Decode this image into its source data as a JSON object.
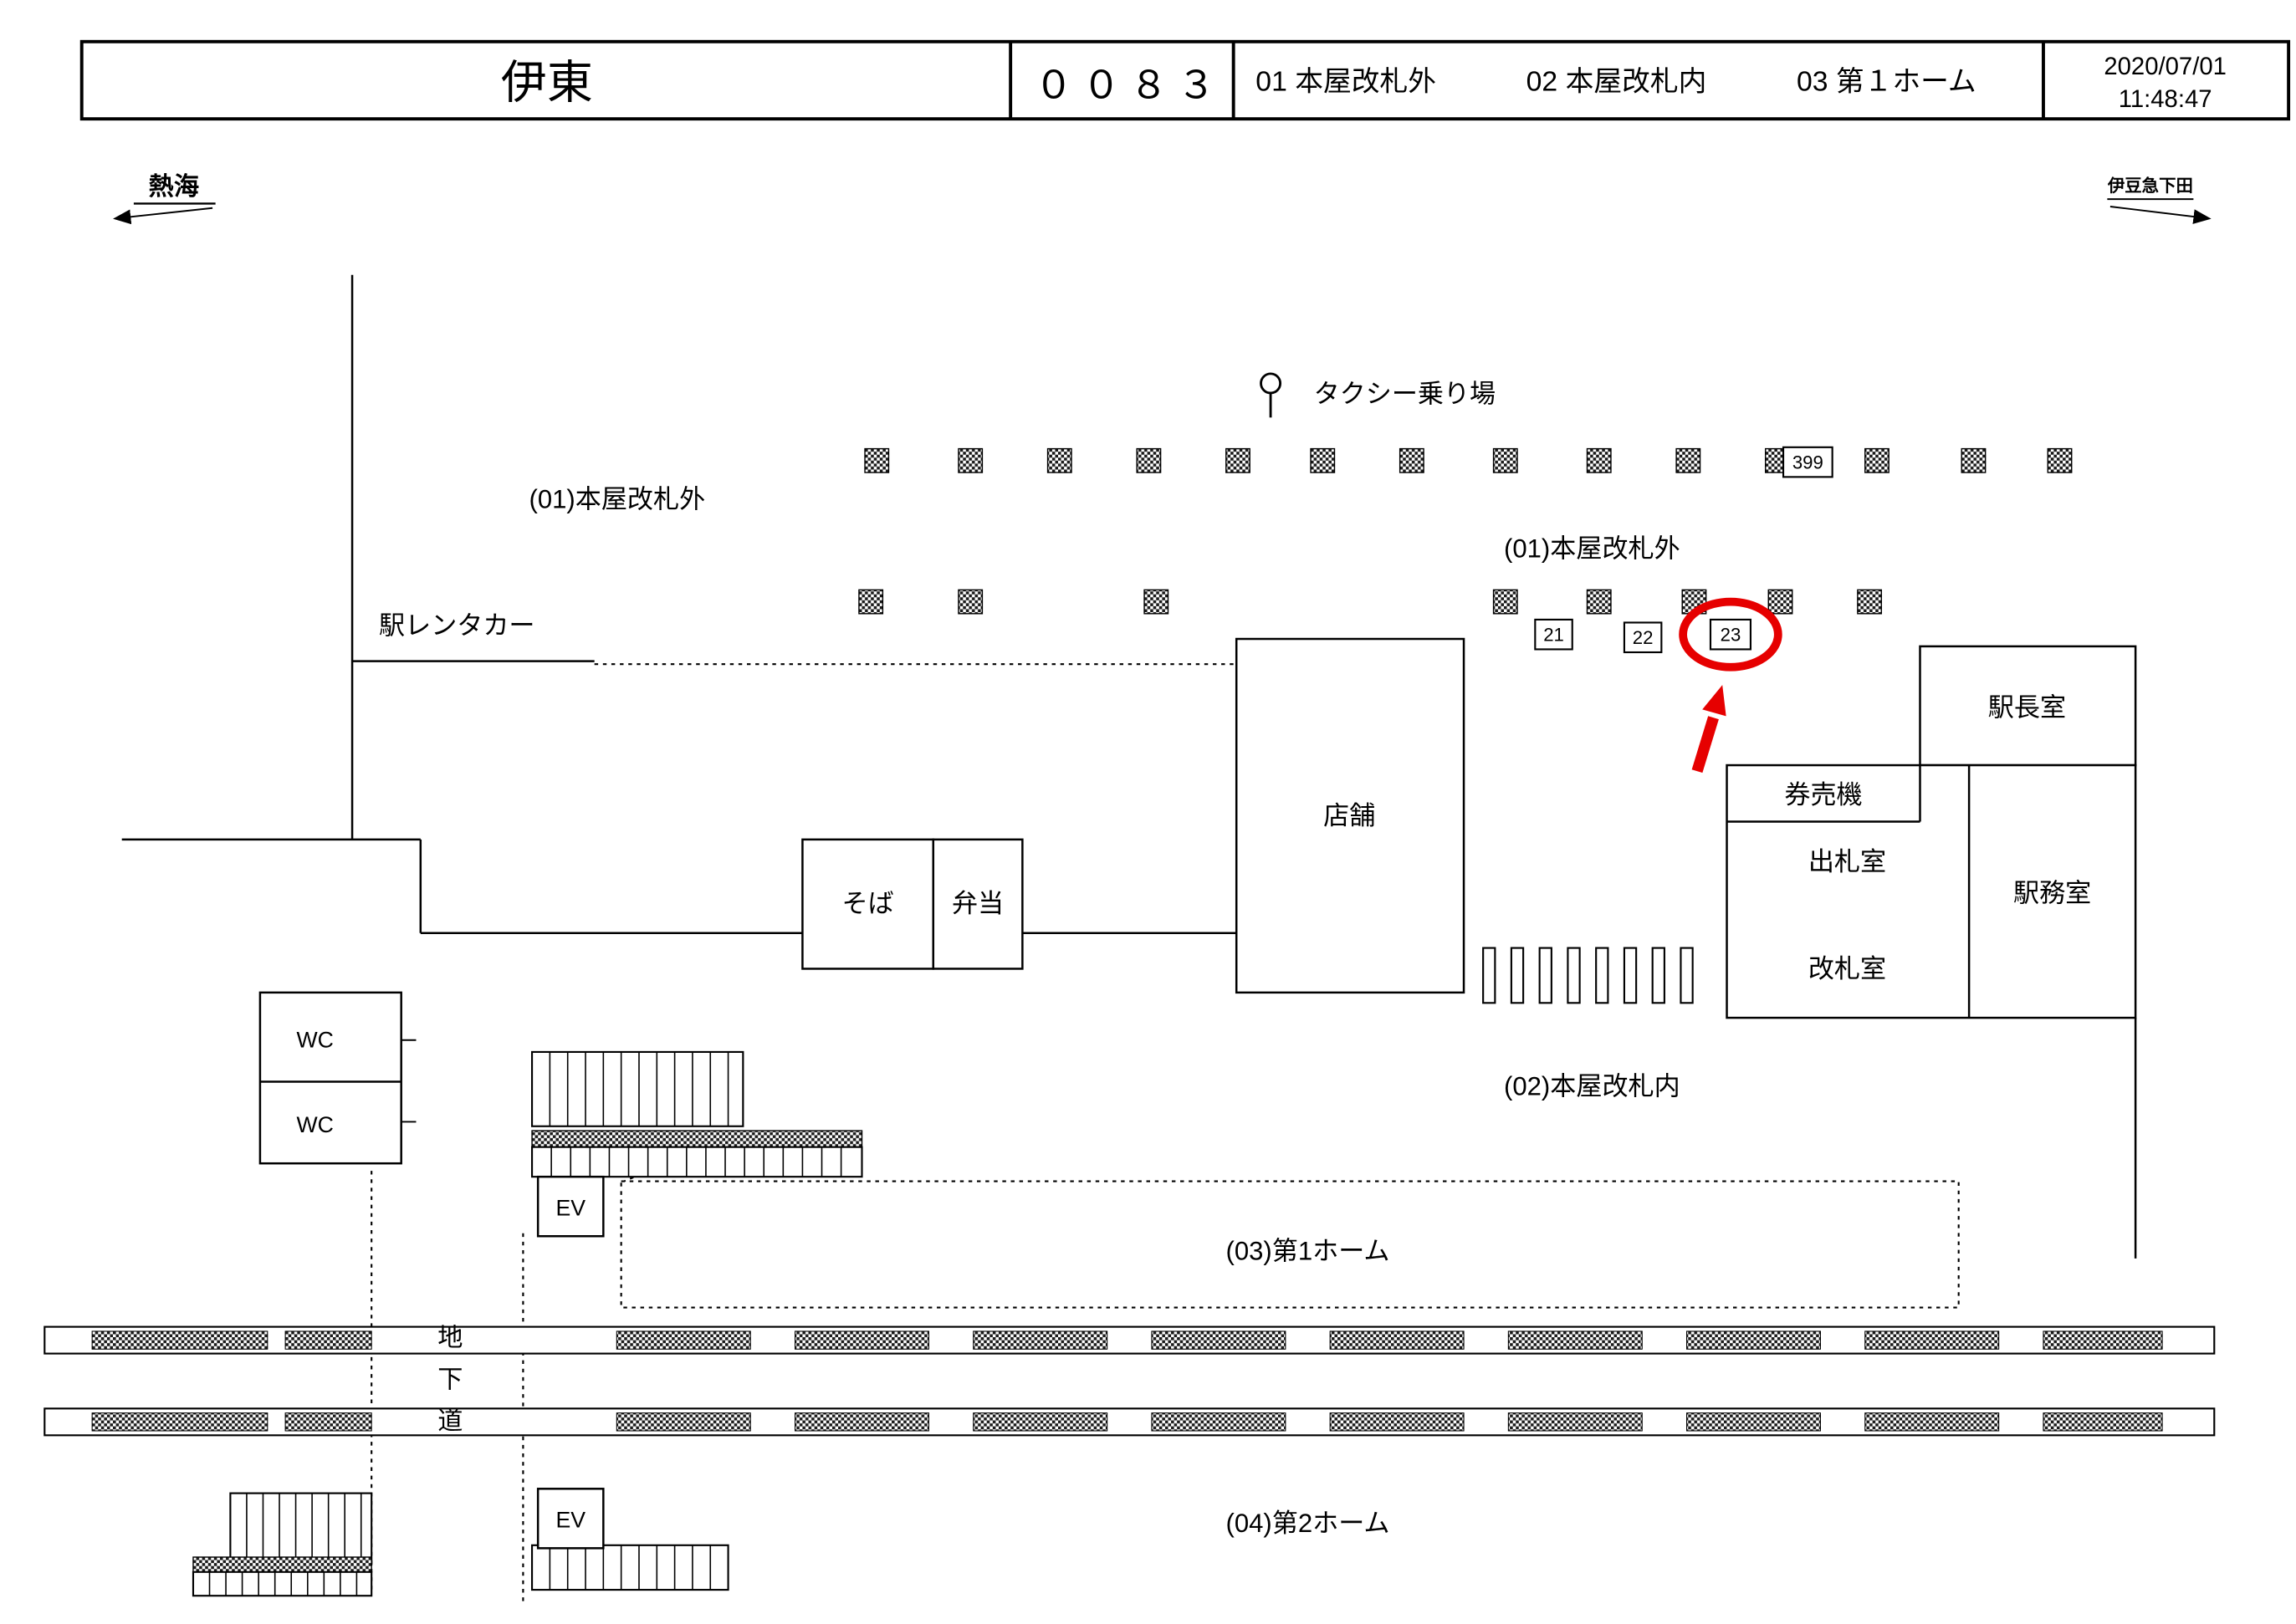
{
  "header": {
    "station_name": "伊東",
    "station_code": "００８３",
    "areas": [
      {
        "text": "01 本屋改札外"
      },
      {
        "text": "02 本屋改札内"
      },
      {
        "text": "03 第１ホーム"
      }
    ],
    "date": "2020/07/01",
    "time": "11:48:47"
  },
  "directions": {
    "left": "熱海",
    "right": "伊豆急下田"
  },
  "map": {
    "taxi_stand": "タクシー乗り場",
    "area01_left": "(01)本屋改札外",
    "area01_right": "(01)本屋改札外",
    "rentacar": "駅レンタカー",
    "store": "店舗",
    "soba": "そば",
    "bento": "弁当",
    "station_master_room": "駅長室",
    "ticket_machines": "券売機",
    "ticket_issuing_room": "出札室",
    "gate_room": "改札室",
    "station_office": "駅務室",
    "wc_upper": "WC",
    "wc_lower": "WC",
    "ev_upper": "EV",
    "ev_lower": "EV",
    "area02": "(02)本屋改札内",
    "area03": "(03)第1ホーム",
    "area04": "(04)第2ホーム",
    "underpass": "地下道"
  },
  "cameras": [
    {
      "id": "399",
      "selected": false
    },
    {
      "id": "21",
      "selected": false
    },
    {
      "id": "22",
      "selected": false
    },
    {
      "id": "23",
      "selected": true
    }
  ],
  "highlight_color": "#e60000"
}
